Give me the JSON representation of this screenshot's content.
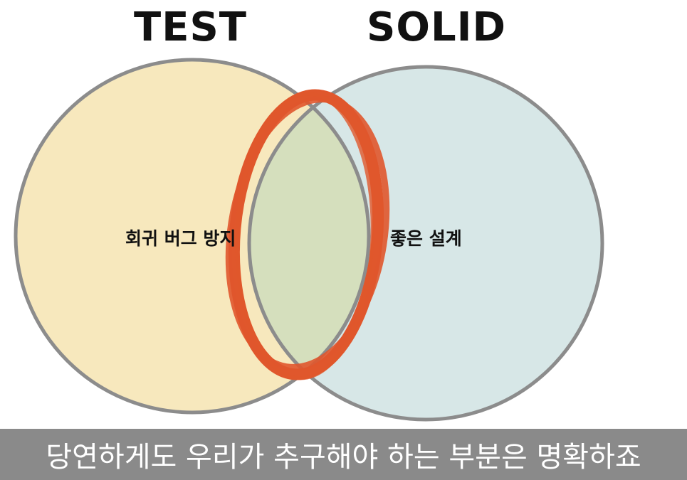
{
  "diagram": {
    "left_set": {
      "title": "TEST",
      "label": "회귀 버그 방지",
      "fill": "#f7e8bd"
    },
    "right_set": {
      "title": "SOLID",
      "label": "좋은 설계",
      "fill": "#d7e7e7"
    },
    "intersection_fill": "#d5dfbd",
    "outline_color": "#8c8c8c",
    "highlight_color": "#e0572c"
  },
  "subtitle": "당연하게도 우리가 추구해야 하는 부분은 명확하죠"
}
